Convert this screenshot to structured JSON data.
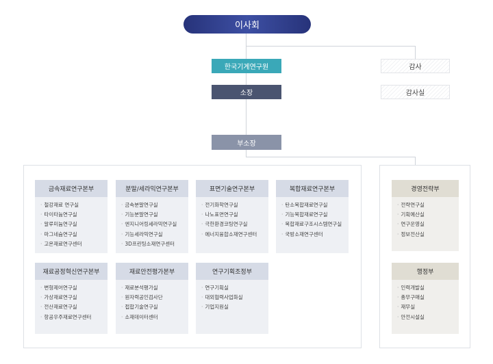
{
  "board": "이사회",
  "institute": "한국기계연구원",
  "director": "소장",
  "vice_director": "부소장",
  "auditor": "감사",
  "audit_office": "감사실",
  "research_departments": [
    {
      "name": "금속재료연구본부",
      "units": [
        "철강재료 연구실",
        "타이타늄연구실",
        "알루미늄연구실",
        "마그네슘연구실",
        "고온재료연구센터"
      ]
    },
    {
      "name": "분말/세라믹연구본부",
      "units": [
        "금속분말연구실",
        "기능분말연구실",
        "엔지니어링세라믹연구실",
        "기능세라믹연구실",
        "3D프린팅소재연구센터"
      ]
    },
    {
      "name": "표면기술연구본부",
      "units": [
        "전기화학연구실",
        "나노표면연구실",
        "극한환경코팅연구실",
        "에너지융합소재연구센터"
      ]
    },
    {
      "name": "복합재료연구본부",
      "units": [
        "탄소복합재료연구실",
        "기능복합재료연구실",
        "복합재료구조시스템연구실",
        "국방소재연구센터"
      ]
    },
    {
      "name": "재료공정혁신연구본부",
      "units": [
        "변형제어연구실",
        "가상재료연구실",
        "전산재료연구실",
        "항공우주재료연구센터"
      ]
    },
    {
      "name": "재료안전평가본부",
      "units": [
        "재료분석평가실",
        "원자력공인검사단",
        "접합기술연구실",
        "소재데이터센터"
      ]
    },
    {
      "name": "연구기획조정부",
      "units": [
        "연구기획실",
        "대외협력사업화실",
        "기업지원실"
      ]
    }
  ],
  "management_departments": [
    {
      "name": "경영전략부",
      "units": [
        "전략연구실",
        "기획예산실",
        "연구운영실",
        "정보전산실"
      ]
    },
    {
      "name": "행정부",
      "units": [
        "인력개발실",
        "총무구매실",
        "재무실",
        "안전시설실"
      ]
    }
  ]
}
